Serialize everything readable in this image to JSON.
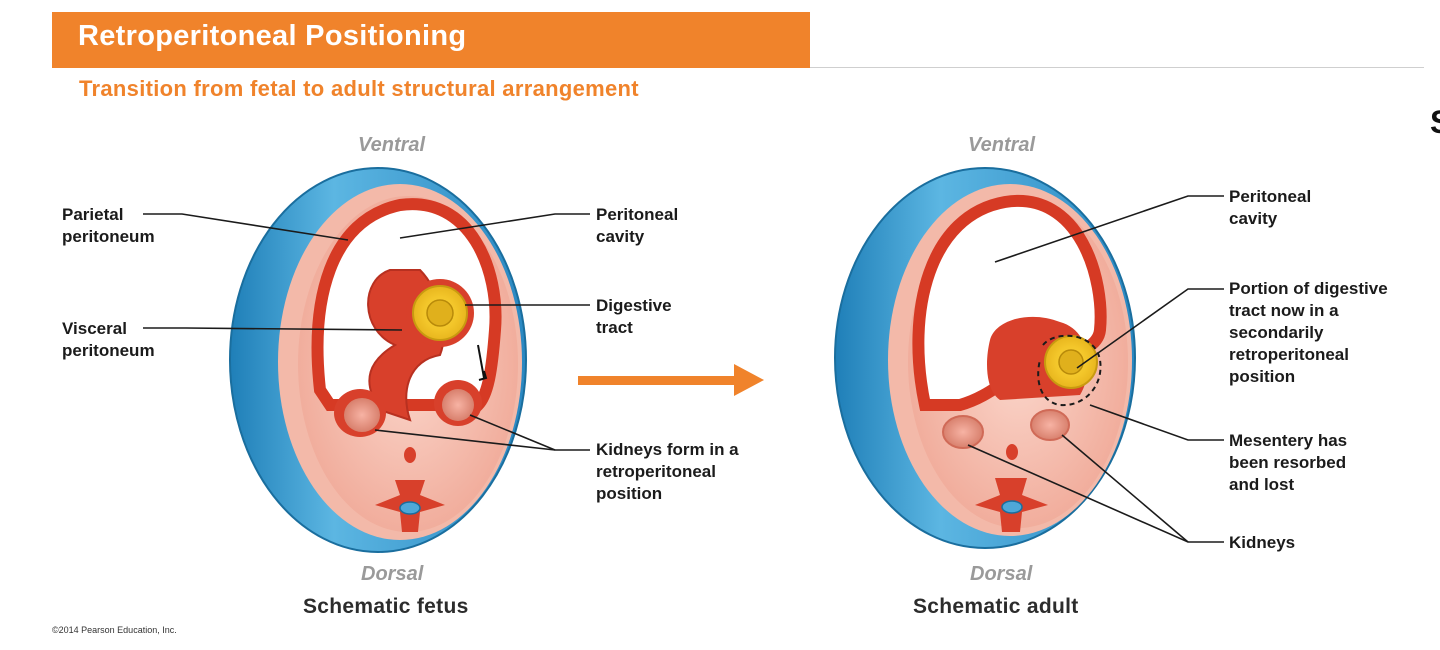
{
  "header": {
    "title": "Retroperitoneal Positioning",
    "subtitle": "Transition from fetal to adult structural arrangement",
    "edge_glyph": "S"
  },
  "fetus": {
    "ventral": "Ventral",
    "dorsal": "Dorsal",
    "caption": "Schematic fetus",
    "labels": {
      "parietal": "Parietal\nperitoneum",
      "visceral": "Visceral\nperitoneum",
      "cavity": "Peritoneal\ncavity",
      "digestive": "Digestive\ntract",
      "kidneys": "Kidneys form in a\nretroperitoneal\nposition"
    }
  },
  "adult": {
    "ventral": "Ventral",
    "dorsal": "Dorsal",
    "caption": "Schematic  adult",
    "labels": {
      "cavity": "Peritoneal\ncavity",
      "digestive": "Portion of digestive\ntract now in a\nsecondarily\nretroperitoneal\nposition",
      "mesentery": "Mesentery has\nbeen resorbed\nand lost",
      "kidneys": "Kidneys"
    }
  },
  "colors": {
    "accent": "#f0832b",
    "body_wall": "#3a9bd0",
    "peritoneum": "#d8402b",
    "tissue": "#f6c1b4",
    "gut": "#f3d23c"
  },
  "copyright": "©2014 Pearson Education, Inc."
}
